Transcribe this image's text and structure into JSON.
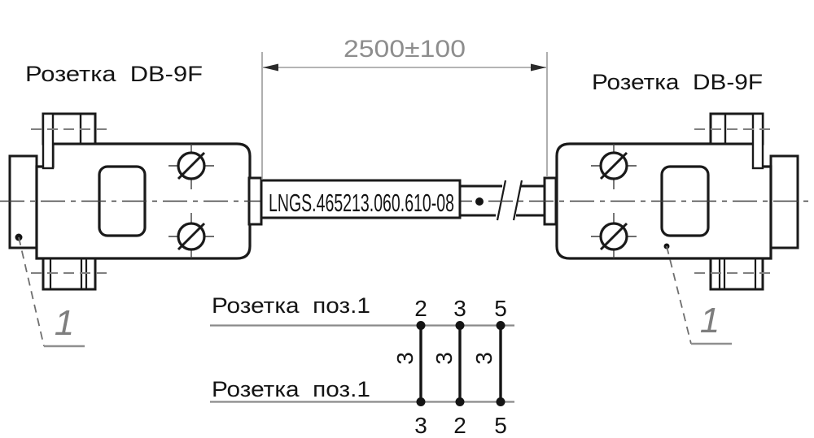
{
  "labels": {
    "connector_left": "Розетка  DB-9F",
    "connector_right": "Розетка  DB-9F",
    "dimension": "2500±100",
    "cable_marking": "LNGS.465213.060.610-08",
    "position_left": "1",
    "position_right": "1"
  },
  "wiring": {
    "top": {
      "label": "Розетка  поз.1",
      "pins": [
        "2",
        "3",
        "5"
      ]
    },
    "bottom": {
      "label": "Розетка  поз.1",
      "pins": [
        "3",
        "2",
        "5"
      ]
    },
    "wires": [
      "3",
      "3",
      "3"
    ]
  },
  "colors": {
    "outline": "#1a1a1a",
    "centerline": "#3d3d3d",
    "dimension_line": "#9b9b9b",
    "dimension_text": "#8d8d8d",
    "callout_text": "#7e7e7e",
    "gray_line": "#8a8a8a",
    "background": "#ffffff"
  }
}
